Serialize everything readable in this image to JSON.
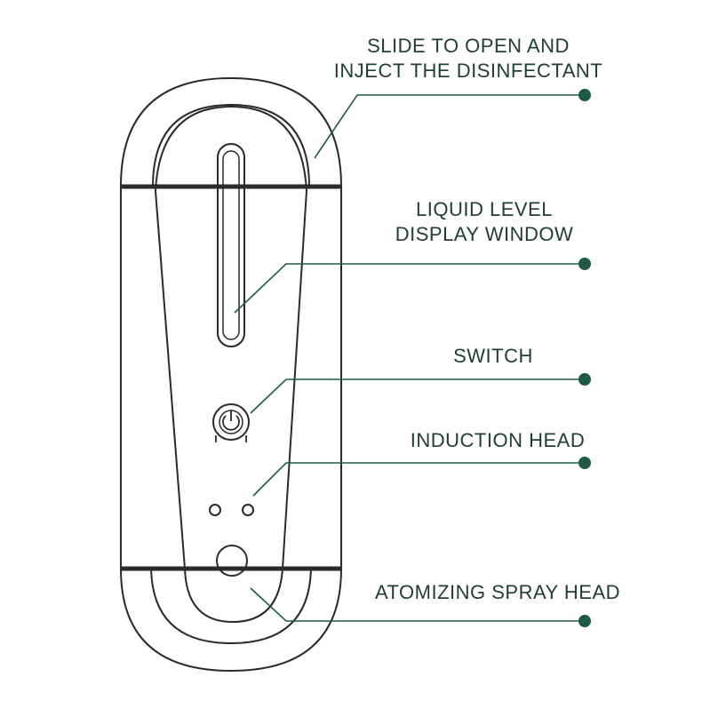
{
  "colors": {
    "accent": "#1e5a49",
    "text": "#1f3d33",
    "outline": "#2a2a2a"
  },
  "callouts": [
    {
      "id": "slide",
      "lines": [
        "SLIDE TO OPEN AND",
        "INJECT THE DISINFECTANT"
      ]
    },
    {
      "id": "liquid",
      "lines": [
        "LIQUID LEVEL",
        "DISPLAY WINDOW"
      ]
    },
    {
      "id": "switch",
      "lines": [
        "SWITCH"
      ]
    },
    {
      "id": "induction",
      "lines": [
        "INDUCTION HEAD"
      ]
    },
    {
      "id": "spray",
      "lines": [
        "ATOMIZING SPRAY HEAD"
      ]
    }
  ]
}
